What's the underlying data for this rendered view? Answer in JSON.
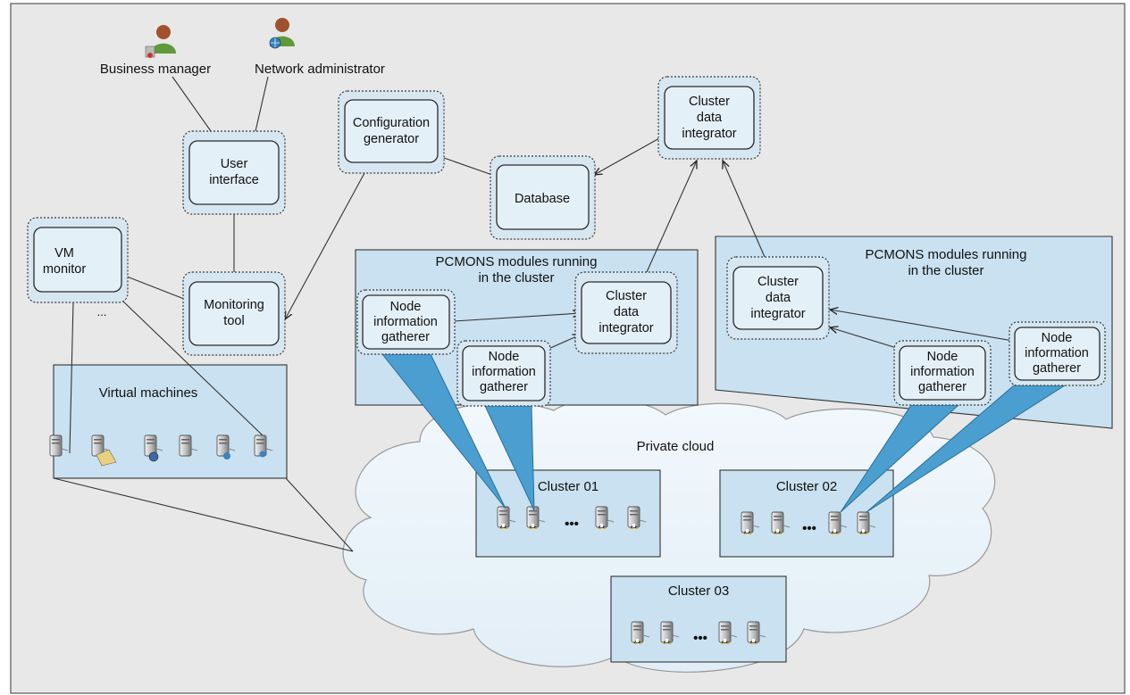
{
  "actors": {
    "business_manager": "Business manager",
    "network_administrator": "Network administrator"
  },
  "modules": {
    "user_interface": [
      "User",
      "interface"
    ],
    "monitoring_tool": [
      "Monitoring",
      "tool"
    ],
    "vm_monitor": [
      "VM",
      "monitor"
    ],
    "configuration_generator": [
      "Configuration",
      "generator"
    ],
    "database": "Database",
    "cluster_data_integrator": [
      "Cluster",
      "data",
      "integrator"
    ],
    "node_information_gatherer": [
      "Node",
      "information",
      "gatherer"
    ]
  },
  "panels": {
    "pcmons_left": [
      "PCMONS modules running",
      "in the cluster"
    ],
    "pcmons_right": [
      "PCMONS modules running",
      "in the cluster"
    ],
    "virtual_machines": "Virtual machines"
  },
  "cloud": {
    "label": "Private cloud",
    "clusters": [
      "Cluster 01",
      "Cluster 02",
      "Cluster 03"
    ]
  },
  "ellipsis_small": "...",
  "ellipsis": "•••",
  "colors": {
    "background": "#e8e8e8",
    "module_outer": "#d6e7f2",
    "panel": "#c9e1f0",
    "beam": "#4a9fd0",
    "cloud": "#e8f2f9"
  }
}
